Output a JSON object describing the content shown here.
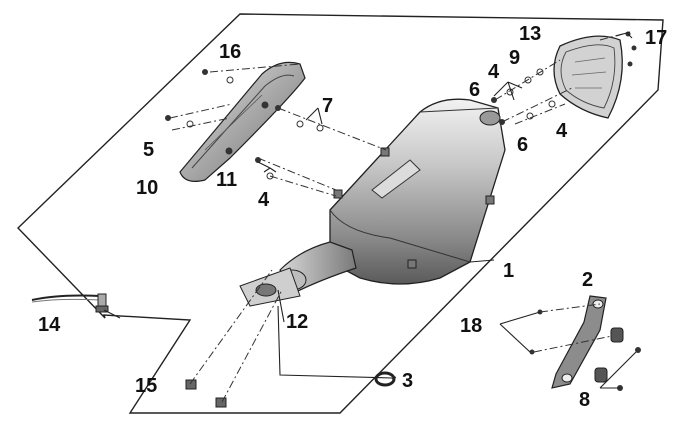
{
  "diagram": {
    "callouts": {
      "c1": "1",
      "c2": "2",
      "c3": "3",
      "c4a": "4",
      "c4b": "4",
      "c4c": "4",
      "c5": "5",
      "c6a": "6",
      "c6b": "6",
      "c7": "7",
      "c8": "8",
      "c9": "9",
      "c10": "10",
      "c11": "11",
      "c12": "12",
      "c13": "13",
      "c14": "14",
      "c15": "15",
      "c16": "16",
      "c17": "17",
      "c18": "18"
    }
  }
}
